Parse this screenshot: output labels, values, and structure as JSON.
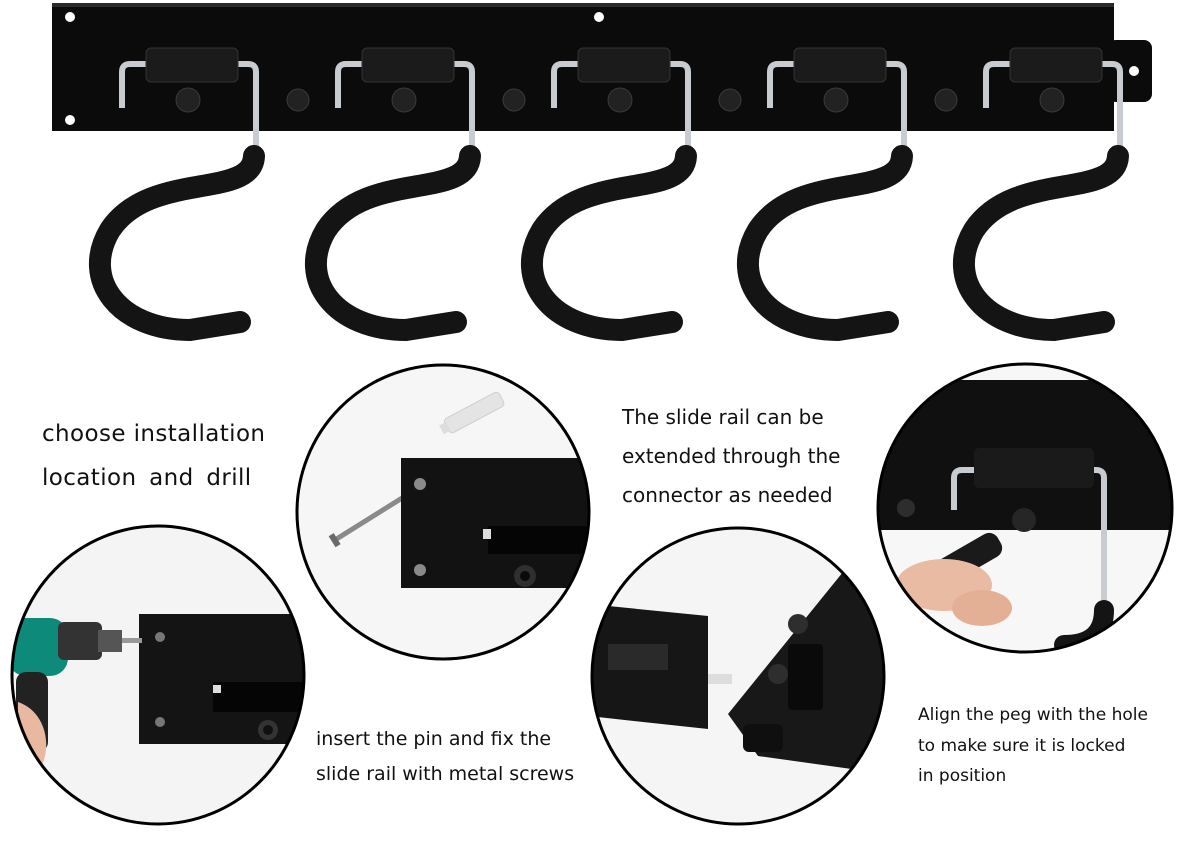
{
  "colors": {
    "rail": "#0b0b0b",
    "hook_foam": "#141414",
    "steel": "#c8ccd0",
    "circle_border": "#000000",
    "text": "#111111"
  },
  "hero": {
    "hook_count": 5
  },
  "steps": [
    {
      "id": "drill",
      "caption": [
        "choose installation",
        "location  and  drill"
      ]
    },
    {
      "id": "insert-pin",
      "caption": [
        "insert the pin and fix the",
        "slide rail with metal screws"
      ]
    },
    {
      "id": "extend-rail",
      "caption": [
        "The slide rail can be",
        "extended through the",
        "connector as needed"
      ]
    },
    {
      "id": "align-peg",
      "caption": [
        "Align the peg with the hole",
        "to make sure it is locked",
        "in position"
      ]
    }
  ]
}
